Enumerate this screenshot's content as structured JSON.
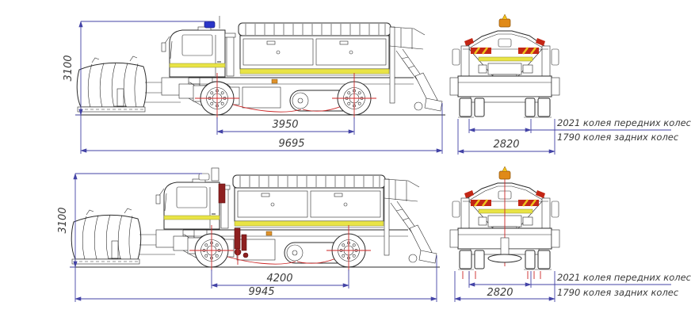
{
  "drawing": {
    "kind": "dimensional technical drawing of road maintenance truck (snow plow + spreader), two variants, side and rear views",
    "colors": {
      "linework": "#2b2b2b",
      "dimension_lines": "#4343a6",
      "centerlines_red": "#cc2626",
      "stripe_yellow": "#e9e446",
      "chevron_red": "#c32615",
      "chevron_yellow": "#eec31d",
      "beacon_blue": "#2a35c8",
      "beacon_orange": "#e08a18"
    },
    "views": {
      "top_side": {
        "height": "3100",
        "wheelbase": "3950",
        "length": "9695"
      },
      "top_rear": {
        "width": "2820",
        "front_track": "2021 колея передних колес",
        "rear_track": "1790 колея задних колес"
      },
      "bottom_side": {
        "height": "3100",
        "wheelbase": "4200",
        "length": "9945"
      },
      "bottom_rear": {
        "width": "2820",
        "front_track": "2021 колея передних колес",
        "rear_track": "1790 колея задних колес"
      }
    }
  }
}
